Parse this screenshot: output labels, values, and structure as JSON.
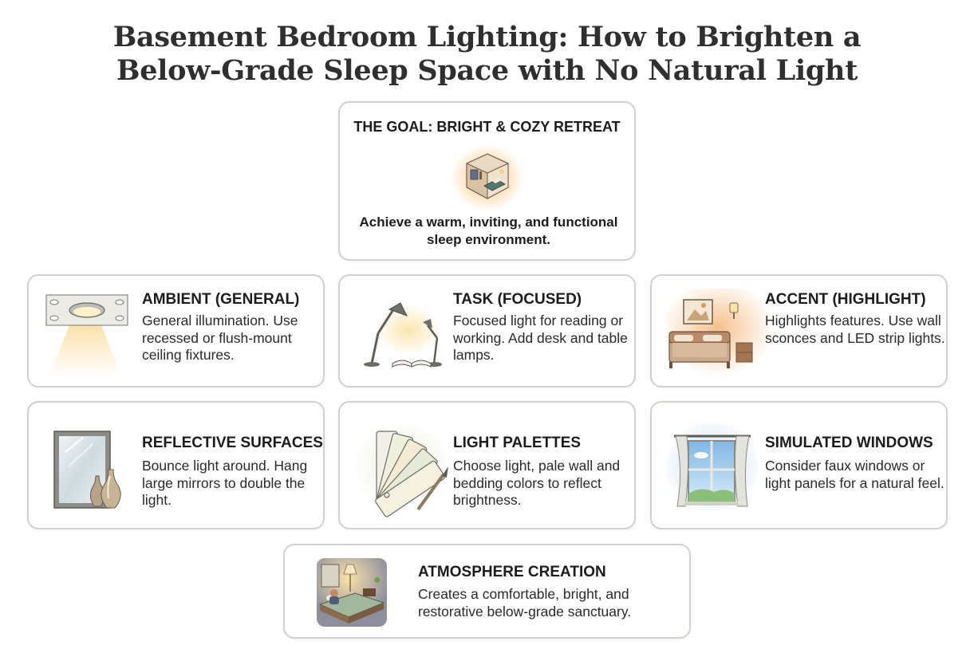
{
  "title": {
    "line1": "Basement Bedroom Lighting: How to Brighten a",
    "line2": "Below-Grade Sleep Space with No Natural Light"
  },
  "goal": {
    "heading": "THE GOAL: BRIGHT & COZY RETREAT",
    "text": "Achieve a warm, inviting, and functional sleep environment.",
    "icon": "cozy-bedroom-icon"
  },
  "cards": [
    {
      "heading": "AMBIENT (GENERAL)",
      "text": "General illumination. Use recessed or flush-mount ceiling fixtures.",
      "icon": "ceiling-light-icon"
    },
    {
      "heading": "TASK (FOCUSED)",
      "text": "Focused light for reading or working. Add desk and table lamps.",
      "icon": "desk-lamp-icon"
    },
    {
      "heading": "ACCENT (HIGHLIGHT)",
      "text": "Highlights features. Use wall sconces and LED strip lights.",
      "icon": "wall-sconce-bed-icon"
    },
    {
      "heading": "REFLECTIVE SURFACES",
      "text": "Bounce light around. Hang large mirrors to double the light.",
      "icon": "mirror-vase-icon"
    },
    {
      "heading": "LIGHT PALETTES",
      "text": "Choose light, pale wall and bedding colors to reflect brightness.",
      "icon": "paint-swatch-icon"
    },
    {
      "heading": "SIMULATED WINDOWS",
      "text": "Consider faux windows or light panels for a natural feel.",
      "icon": "faux-window-icon"
    }
  ],
  "atmosphere": {
    "heading": "ATMOSPHERE CREATION",
    "text": "Creates a comfortable, bright, and restorative below-grade sanctuary.",
    "icon": "relaxing-bedroom-icon"
  },
  "colors": {
    "border": "#d2d2cc",
    "warm_glow": "#f7c97a",
    "cool_glow": "#bcd8f2",
    "wood": "#a9794e"
  }
}
